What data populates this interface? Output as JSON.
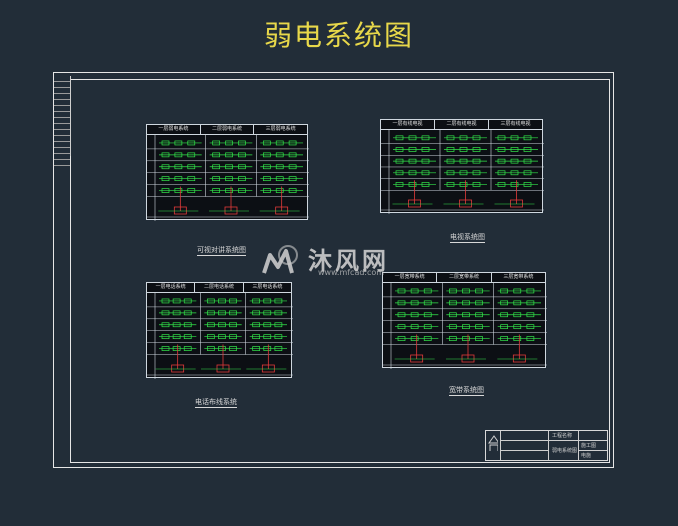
{
  "title": "弱电系统图",
  "watermark": {
    "name": "沐风网",
    "url": "www.mfcad.com"
  },
  "diagrams": [
    {
      "id": "d1",
      "headers": [
        "一层弱电系统",
        "二层弱电系统",
        "三层弱电系统"
      ],
      "caption": "可视对讲系统图"
    },
    {
      "id": "d2",
      "headers": [
        "一层有线电视",
        "二层有线电视",
        "三层有线电视"
      ],
      "caption": "电视系统图"
    },
    {
      "id": "d3",
      "headers": [
        "一层电话系统",
        "二层电话系统",
        "三层电话系统"
      ],
      "caption": "电话布线系统"
    },
    {
      "id": "d4",
      "headers": [
        "一层宽带系统",
        "二层宽带系统",
        "三层宽带系统"
      ],
      "caption": "宽带系统图"
    }
  ],
  "title_block": {
    "project": "工程名称",
    "drawing": "弱电系统图",
    "stage": "施工图",
    "no": "电施"
  },
  "colors": {
    "frame": "#e6e6e6",
    "component": "#32e64a",
    "accent": "#e23a3a",
    "text": "#d8d8d8",
    "title": "#e8d84a"
  }
}
